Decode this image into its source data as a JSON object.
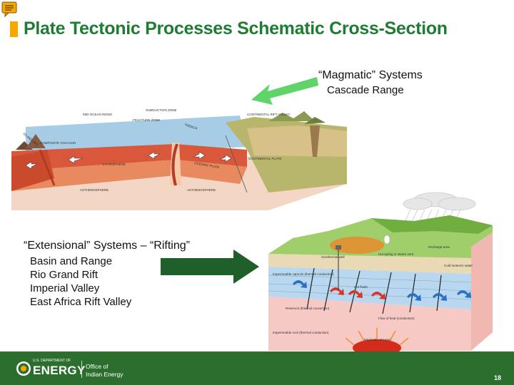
{
  "slide": {
    "title": "Plate Tectonic Processes Schematic Cross-Section",
    "page_number": "18"
  },
  "magmatic": {
    "title": "“Magmatic” Systems",
    "subtitle": "Cascade Range"
  },
  "extensional": {
    "title": "“Extensional” Systems – “Rifting”",
    "items": [
      "Basin and Range",
      "Rio Grand Rift",
      "Imperial Valley",
      "East Africa Rift Valley"
    ]
  },
  "tectonic_diagram": {
    "labels": {
      "mid_ocean_ridge": "MID-OCEAN RIDGE",
      "subduction_zone": "SUBDUCTION ZONE",
      "fracture_zone": "FRACTURE ZONE",
      "trench": "TRENCH",
      "continental_rift_valley": "CONTINENTAL RIFT VALLEY",
      "island_arc": "ISLAND ARC",
      "composite_volcano": "COMPOSITE VOLCANO",
      "lithosphere": "LITHOSPHERE",
      "oceanic_plate": "OCEANIC PLATE",
      "continental_plate": "CONTINENTAL PLATE",
      "asthenosphere": "ASTHENOSPHERE"
    }
  },
  "geothermal_diagram": {
    "labels": {
      "recharge_area": "Recharge area",
      "geothermal_well": "Geothermal well",
      "hot_spring": "Hot spring or steam vent",
      "cold_meteoric_water": "Cold meteoric water",
      "impermeable_caprock": "Impermeable caprock (thermal conduction)",
      "hot_fluids": "Hot fluids",
      "reservoir": "Reservoir (thermal convection)",
      "flow_of_heat": "Flow of heat (conduction)",
      "impermeable_rock": "Impermeable rock (thermal conduction)",
      "magmatic_intrusion": "Magmatic intrusion"
    }
  },
  "footer": {
    "doe_small": "U.S. DEPARTMENT OF",
    "doe_energy": "ENERGY",
    "office_line1": "Office of",
    "office_line2": "Indian Energy"
  },
  "colors": {
    "title_green": "#1e7d32",
    "accent_orange": "#f5a800",
    "footer_green": "#2b6e2d",
    "arrow_light_green": "#5fd46a",
    "arrow_dark_green": "#1f5f2a"
  }
}
